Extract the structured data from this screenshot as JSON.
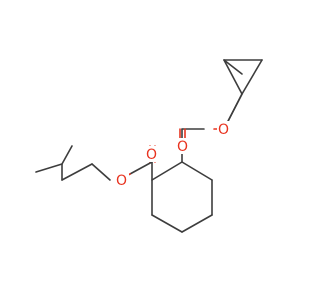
{
  "atoms": [
    {
      "id": "O1",
      "label": "O",
      "color": "#e8331f"
    },
    {
      "id": "O2",
      "label": "O",
      "color": "#e8331f"
    },
    {
      "id": "O3",
      "label": "O",
      "color": "#e8331f"
    },
    {
      "id": "O4",
      "label": "O",
      "color": "#e8331f"
    }
  ],
  "colors": {
    "bond": "#3d3d3d",
    "heteroatom": "#e8331f",
    "background": "#ffffff"
  }
}
